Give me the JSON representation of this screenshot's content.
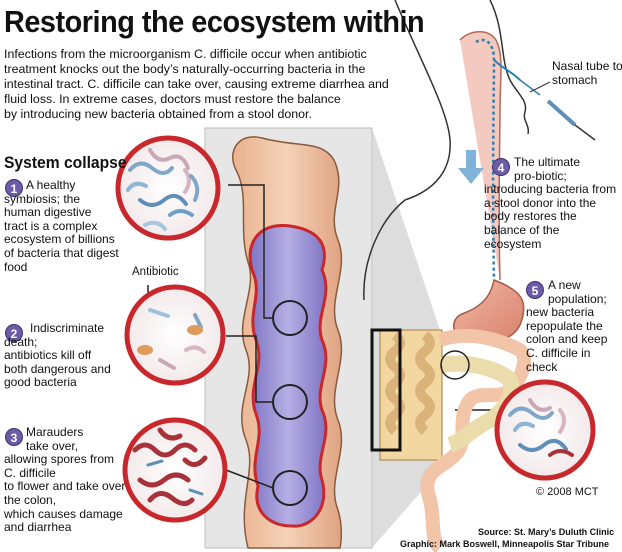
{
  "title": "Restoring the ecosystem within",
  "intro_lines": [
    "Infections from the microorganism C. difficile occur when antibiotic",
    "treatment knocks out the body’s naturally-occurring bacteria in the",
    "intestinal tract. C. difficile can take over, causing extreme diarrhea and",
    "fluid loss. In extreme cases, doctors must restore the balance",
    "by introducing new bacteria obtained from a stool donor."
  ],
  "section_title": "System collapse",
  "steps": [
    {
      "number": "1",
      "lines": [
        "A healthy",
        "symbiosis; the",
        "human digestive",
        "tract is a complex",
        "ecosystem of billions",
        "of bacteria that digest",
        "food"
      ]
    },
    {
      "number": "2",
      "lines": [
        "Indiscriminate",
        "death;",
        "antibiotics kill off",
        "both dangerous and",
        "good bacteria"
      ]
    },
    {
      "number": "3",
      "lines": [
        "Marauders",
        "take over,",
        "allowing spores from",
        "C. difficile",
        "to flower and take over",
        "the colon,",
        "which causes damage",
        "and diarrhea"
      ]
    },
    {
      "number": "4",
      "lines": [
        "The ultimate",
        "pro-biotic;",
        "introducing bacteria from",
        "a stool donor into the",
        "body restores the",
        "balance of the",
        "ecosystem"
      ]
    },
    {
      "number": "5",
      "lines": [
        "A new",
        "population;",
        "new bacteria",
        "repopulate the",
        "colon and keep",
        "C. difficile in",
        "check"
      ]
    }
  ],
  "antibiotic_label": "Antibiotic",
  "nasal_tube_label": [
    "Nasal tube to",
    "stomach"
  ],
  "copyright": "© 2008 MCT",
  "source": "Source: St. Mary’s Duluth Clinic",
  "graphic_credit": "Graphic: Mark Boswell, Minneapolis Star Tribune",
  "colors": {
    "badge": "#6c5ca8",
    "skin": "#f0c7a8",
    "gut_purple": "#9c93d4",
    "gut_red": "#c8272c",
    "panel_gray": "#e4e4e4",
    "tube_blue": "#2d7fb0",
    "arrow_blue": "#7fb3d8"
  }
}
